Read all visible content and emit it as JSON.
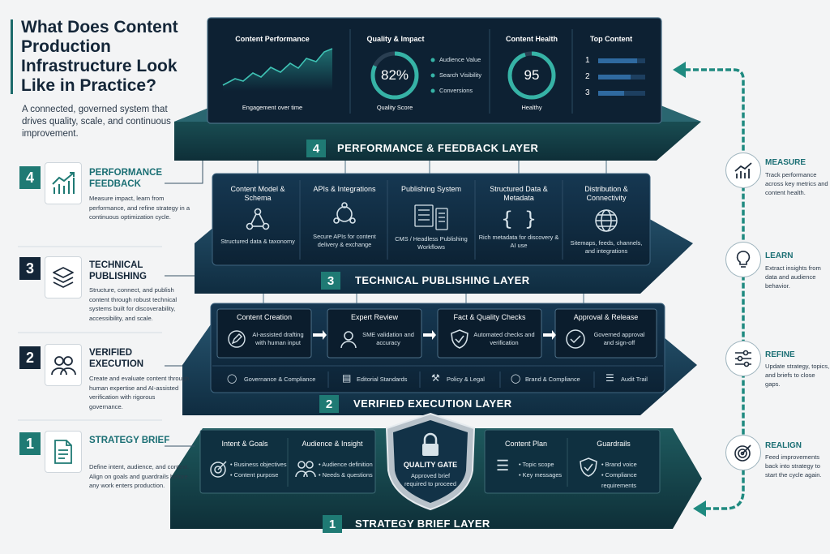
{
  "header": {
    "title": "What Does Content Production Infrastructure Look Like in Practice?",
    "subtitle": "A connected, governed system that drives quality, scale, and continuous improvement."
  },
  "left_items": [
    {
      "num": "4",
      "title": "PERFORMANCE FEEDBACK",
      "desc": "Measure impact, learn from performance, and refine strategy in a continuous optimization cycle.",
      "icon": "growth-chart-icon"
    },
    {
      "num": "3",
      "title": "TECHNICAL PUBLISHING",
      "desc": "Structure, connect, and publish content through robust technical systems built for discoverability, accessibility, and scale.",
      "icon": "layers-icon"
    },
    {
      "num": "2",
      "title": "VERIFIED EXECUTION",
      "desc": "Create and evaluate content through human expertise and AI-assisted verification with rigorous governance.",
      "icon": "people-icon"
    },
    {
      "num": "1",
      "title": "STRATEGY BRIEF",
      "desc": "Define intent, audience, and context. Align on goals and guardrails before any work enters production.",
      "icon": "document-icon"
    }
  ],
  "layer4": {
    "num": "4",
    "label": "PERFORMANCE & FEEDBACK LAYER",
    "perf_title": "Content Performance",
    "perf_caption": "Engagement over time",
    "quality_title": "Quality & Impact",
    "quality_value": "82%",
    "quality_caption": "Quality Score",
    "quality_fraction": 0.82,
    "quality_legend": [
      "Audience Value",
      "Search Visibility",
      "Conversions"
    ],
    "health_title": "Content Health",
    "health_value": "95",
    "health_caption": "Healthy",
    "health_fraction": 0.95,
    "top_title": "Top Content",
    "top_items": [
      "1",
      "2",
      "3"
    ]
  },
  "layer3": {
    "num": "3",
    "label": "TECHNICAL PUBLISHING LAYER",
    "cells": [
      {
        "title": "Content Model & Schema",
        "desc": "Structured data & taxonomy"
      },
      {
        "title": "APIs & Integrations",
        "desc": "Secure APIs for content delivery & exchange"
      },
      {
        "title": "Publishing System",
        "desc": "CMS / Headless Publishing Workflows"
      },
      {
        "title": "Structured Data & Metadata",
        "desc": "Rich metadata for discovery & AI use"
      },
      {
        "title": "Distribution & Connectivity",
        "desc": "Sitemaps, feeds, channels, and integrations"
      }
    ]
  },
  "layer2": {
    "num": "2",
    "label": "VERIFIED EXECUTION LAYER",
    "steps": [
      {
        "title": "Content Creation",
        "desc": "AI-assisted drafting with human input"
      },
      {
        "title": "Expert Review",
        "desc": "SME validation and accuracy"
      },
      {
        "title": "Fact & Quality Checks",
        "desc": "Automated checks and verification"
      },
      {
        "title": "Approval & Release",
        "desc": "Governed approval and sign-off"
      }
    ],
    "footer": [
      "Governance & Compliance",
      "Editorial Standards",
      "Policy & Legal",
      "Brand & Compliance",
      "Audit Trail"
    ]
  },
  "layer1": {
    "num": "1",
    "label": "STRATEGY BRIEF LAYER",
    "intent": {
      "title": "Intent & Goals",
      "items": [
        "Business objectives",
        "Content purpose"
      ]
    },
    "audience": {
      "title": "Audience & Insight",
      "items": [
        "Audience definition",
        "Needs & questions"
      ]
    },
    "gate": {
      "title": "QUALITY GATE",
      "desc": "Approved brief required to proceed"
    },
    "plan": {
      "title": "Content Plan",
      "items": [
        "Topic scope",
        "Key messages"
      ]
    },
    "guard": {
      "title": "Guardrails",
      "items": [
        "Brand voice",
        "Compliance requirements"
      ]
    }
  },
  "cycle": [
    {
      "title": "MEASURE",
      "desc": "Track performance across key metrics and content health."
    },
    {
      "title": "LEARN",
      "desc": "Extract insights from data and audience behavior."
    },
    {
      "title": "REFINE",
      "desc": "Update strategy, topics, and briefs to close gaps."
    },
    {
      "title": "REALIGN",
      "desc": "Feed improvements back into strategy to start the cycle again."
    }
  ],
  "colors": {
    "navy": "#0f2438",
    "teal": "#1f7a74",
    "dark": "#142638"
  }
}
